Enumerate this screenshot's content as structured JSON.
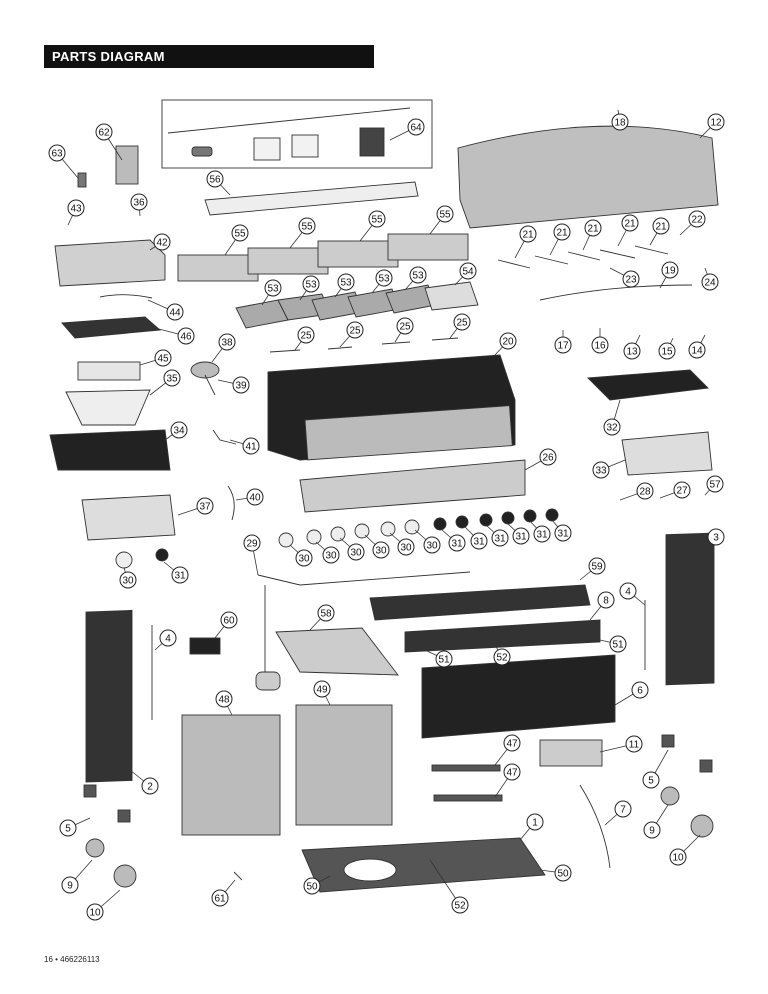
{
  "header": {
    "title": "PARTS DIAGRAM"
  },
  "footer": {
    "text": "16 • 466226113"
  },
  "callouts": [
    {
      "id": "63"
    },
    {
      "id": "62"
    },
    {
      "id": "43"
    },
    {
      "id": "36"
    },
    {
      "id": "42"
    },
    {
      "id": "44"
    },
    {
      "id": "46"
    },
    {
      "id": "45"
    },
    {
      "id": "35"
    },
    {
      "id": "34"
    },
    {
      "id": "37"
    },
    {
      "id": "30"
    },
    {
      "id": "31"
    },
    {
      "id": "64"
    },
    {
      "id": "56"
    },
    {
      "id": "55"
    },
    {
      "id": "53"
    },
    {
      "id": "54"
    },
    {
      "id": "25"
    },
    {
      "id": "38"
    },
    {
      "id": "39"
    },
    {
      "id": "41"
    },
    {
      "id": "40"
    },
    {
      "id": "20"
    },
    {
      "id": "26"
    },
    {
      "id": "29"
    },
    {
      "id": "18"
    },
    {
      "id": "12"
    },
    {
      "id": "21"
    },
    {
      "id": "22"
    },
    {
      "id": "23"
    },
    {
      "id": "19"
    },
    {
      "id": "24"
    },
    {
      "id": "17"
    },
    {
      "id": "16"
    },
    {
      "id": "13"
    },
    {
      "id": "15"
    },
    {
      "id": "14"
    },
    {
      "id": "32"
    },
    {
      "id": "33"
    },
    {
      "id": "28"
    },
    {
      "id": "27"
    },
    {
      "id": "57"
    },
    {
      "id": "59"
    },
    {
      "id": "8"
    },
    {
      "id": "4"
    },
    {
      "id": "3"
    },
    {
      "id": "58"
    },
    {
      "id": "60"
    },
    {
      "id": "51"
    },
    {
      "id": "52"
    },
    {
      "id": "6"
    },
    {
      "id": "48"
    },
    {
      "id": "49"
    },
    {
      "id": "47"
    },
    {
      "id": "11"
    },
    {
      "id": "2"
    },
    {
      "id": "5"
    },
    {
      "id": "9"
    },
    {
      "id": "10"
    },
    {
      "id": "7"
    },
    {
      "id": "61"
    },
    {
      "id": "1"
    },
    {
      "id": "50"
    }
  ]
}
